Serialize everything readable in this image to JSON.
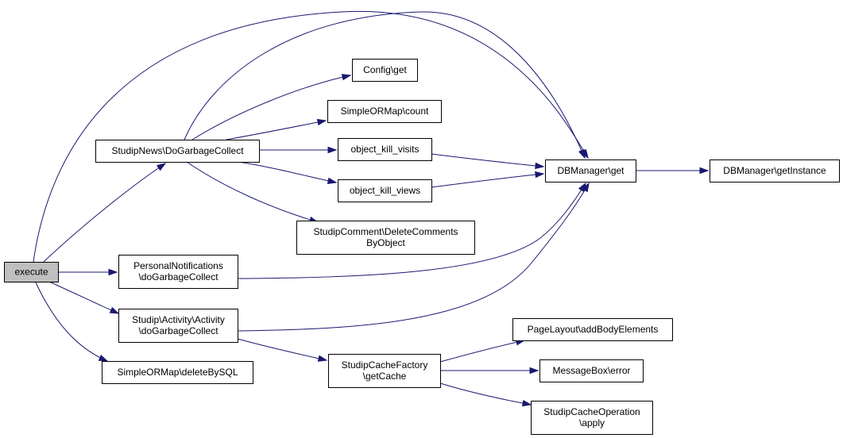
{
  "colors": {
    "edge": "#191970",
    "node_fill": "#ffffff",
    "node_stroke": "#000000",
    "highlight_fill": "#bfbfbf"
  },
  "nodes": {
    "execute": {
      "lines": [
        "execute"
      ]
    },
    "studipnews_dogarbagecollect": {
      "lines": [
        "StudipNews\\DoGarbageCollect"
      ]
    },
    "config_get": {
      "lines": [
        "Config\\get"
      ]
    },
    "simpleormap_count": {
      "lines": [
        "SimpleORMap\\count"
      ]
    },
    "object_kill_visits": {
      "lines": [
        "object_kill_visits"
      ]
    },
    "object_kill_views": {
      "lines": [
        "object_kill_views"
      ]
    },
    "dbmanager_get": {
      "lines": [
        "DBManager\\get"
      ]
    },
    "dbmanager_getinstance": {
      "lines": [
        "DBManager\\getInstance"
      ]
    },
    "studipcomment_deletecommentsbyobject": {
      "lines": [
        "StudipComment\\DeleteComments",
        "ByObject"
      ]
    },
    "personalnotifications_dogarbagecollect": {
      "lines": [
        "PersonalNotifications",
        "\\doGarbageCollect"
      ]
    },
    "studip_activity_dogarbagecollect": {
      "lines": [
        "Studip\\Activity\\Activity",
        "\\doGarbageCollect"
      ]
    },
    "simpleormap_deletebysql": {
      "lines": [
        "SimpleORMap\\deleteBySQL"
      ]
    },
    "studipcachefactory_getcache": {
      "lines": [
        "StudipCacheFactory",
        "\\getCache"
      ]
    },
    "pagelayout_addbodyelements": {
      "lines": [
        "PageLayout\\addBodyElements"
      ]
    },
    "messagebox_error": {
      "lines": [
        "MessageBox\\error"
      ]
    },
    "studipcacheoperation_apply": {
      "lines": [
        "StudipCacheOperation",
        "\\apply"
      ]
    }
  },
  "edges": [
    {
      "from": "execute",
      "to": "studipnews_dogarbagecollect"
    },
    {
      "from": "execute",
      "to": "dbmanager_get"
    },
    {
      "from": "execute",
      "to": "personalnotifications_dogarbagecollect"
    },
    {
      "from": "execute",
      "to": "studip_activity_dogarbagecollect"
    },
    {
      "from": "execute",
      "to": "simpleormap_deletebysql"
    },
    {
      "from": "studipnews_dogarbagecollect",
      "to": "config_get"
    },
    {
      "from": "studipnews_dogarbagecollect",
      "to": "simpleormap_count"
    },
    {
      "from": "studipnews_dogarbagecollect",
      "to": "object_kill_visits"
    },
    {
      "from": "studipnews_dogarbagecollect",
      "to": "object_kill_views"
    },
    {
      "from": "studipnews_dogarbagecollect",
      "to": "dbmanager_get"
    },
    {
      "from": "studipnews_dogarbagecollect",
      "to": "studipcomment_deletecommentsbyobject"
    },
    {
      "from": "object_kill_visits",
      "to": "dbmanager_get"
    },
    {
      "from": "object_kill_views",
      "to": "dbmanager_get"
    },
    {
      "from": "dbmanager_get",
      "to": "dbmanager_getinstance"
    },
    {
      "from": "personalnotifications_dogarbagecollect",
      "to": "dbmanager_get"
    },
    {
      "from": "studip_activity_dogarbagecollect",
      "to": "dbmanager_get"
    },
    {
      "from": "studip_activity_dogarbagecollect",
      "to": "studipcachefactory_getcache"
    },
    {
      "from": "studipcachefactory_getcache",
      "to": "pagelayout_addbodyelements"
    },
    {
      "from": "studipcachefactory_getcache",
      "to": "messagebox_error"
    },
    {
      "from": "studipcachefactory_getcache",
      "to": "studipcacheoperation_apply"
    }
  ]
}
